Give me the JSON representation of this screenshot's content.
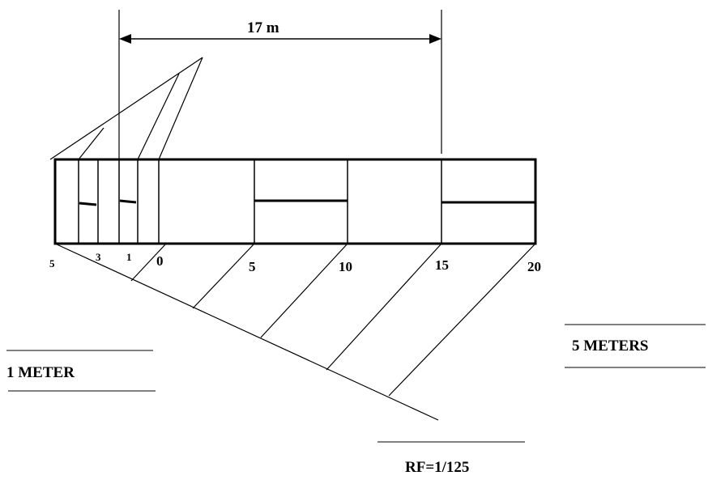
{
  "dimension_label": "17 m",
  "main_ticks": [
    "0",
    "5",
    "10",
    "15",
    "20"
  ],
  "sub_ticks": [
    "5",
    "3",
    "1"
  ],
  "left_unit_label": "1 METER",
  "right_unit_label": "5 METERS",
  "rf_label": "RF=1/125",
  "colors": {
    "ink": "#000000",
    "background": "#ffffff"
  }
}
